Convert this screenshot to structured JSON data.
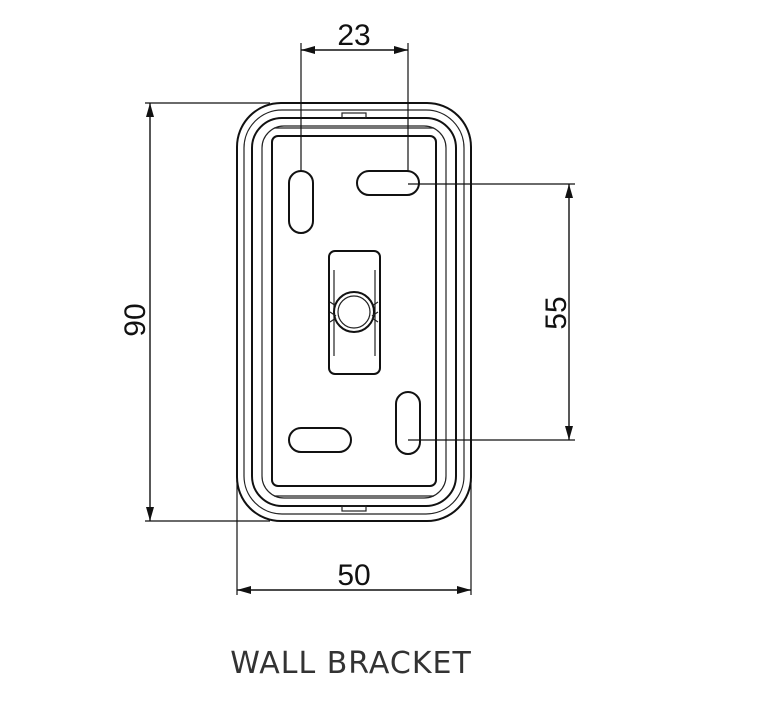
{
  "drawing": {
    "dimensions": {
      "hole_spacing_horizontal": "23",
      "height": "90",
      "hole_spacing_vertical": "55",
      "width": "50"
    },
    "caption": "WALL BRACKET",
    "line_color": "#111111"
  }
}
